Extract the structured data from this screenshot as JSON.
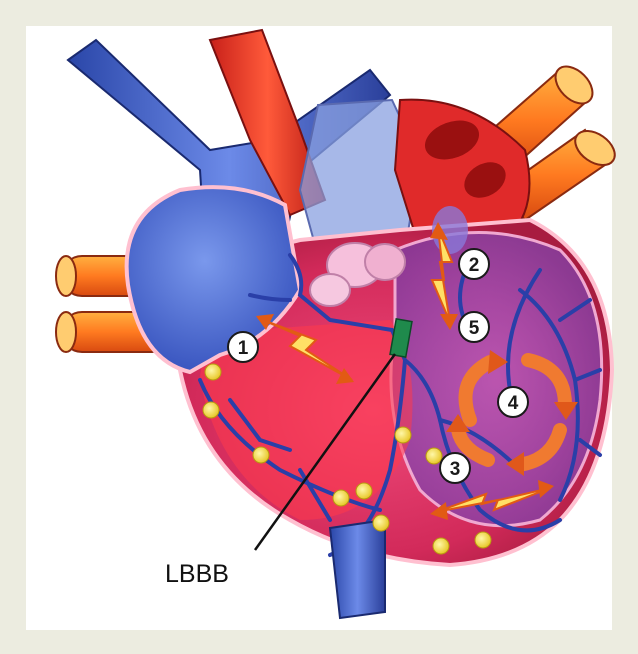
{
  "diagram": {
    "callout_label": "LBBB",
    "markers": [
      "1",
      "2",
      "3",
      "4",
      "5"
    ],
    "colors": {
      "background": "#ecece0",
      "panel": "#ffffff",
      "artery": "#e8341c",
      "vein": "#3a5fc8",
      "myocardium": "#d8306a",
      "conduction": "#2a3fa8",
      "node": "#f4e04a",
      "block": "#1f8a4c",
      "arrow": "#f07a30"
    }
  }
}
